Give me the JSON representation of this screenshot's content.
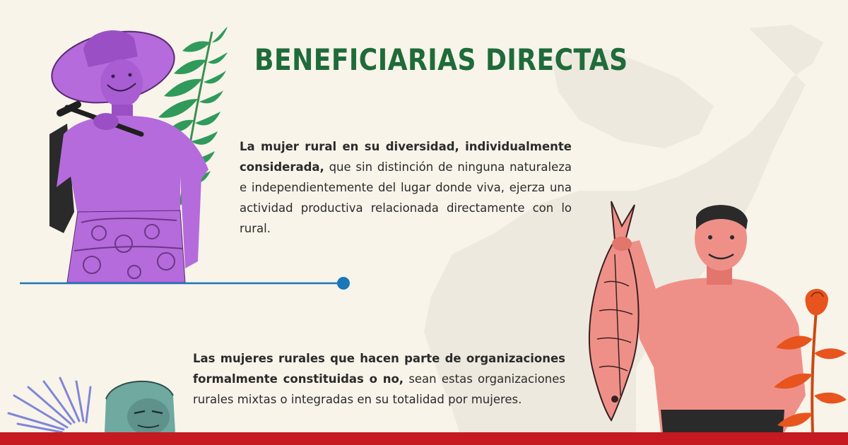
{
  "title": "BENEFICIARIAS DIRECTAS",
  "paragraph_1": {
    "bold": "La mujer rural en su diversidad, individualmente considerada,",
    "text": " que sin distinción de ninguna naturaleza e independientemente del lugar donde viva, ejerza una actividad productiva relacionada directamente con lo rural."
  },
  "paragraph_2": {
    "bold": "Las mujeres rurales que hacen parte de organizaciones formalmente constituidas o no,",
    "text": " sean estas organizaciones rurales mixtas o integradas en su totalidad por mujeres."
  },
  "colors": {
    "background": "#f8f4ea",
    "title_green": "#1f6b3a",
    "purple_figure": "#b56bdc",
    "pink_figure": "#ef9088",
    "timeline_blue": "#1c77b8",
    "bottom_bar_red": "#c51a1f",
    "leaf_green": "#2f9a5a",
    "flower_orange": "#e8541e"
  },
  "icons": [
    "leaf-branch-icon",
    "flower-icon",
    "fish-icon",
    "palm-leaf-icon"
  ]
}
